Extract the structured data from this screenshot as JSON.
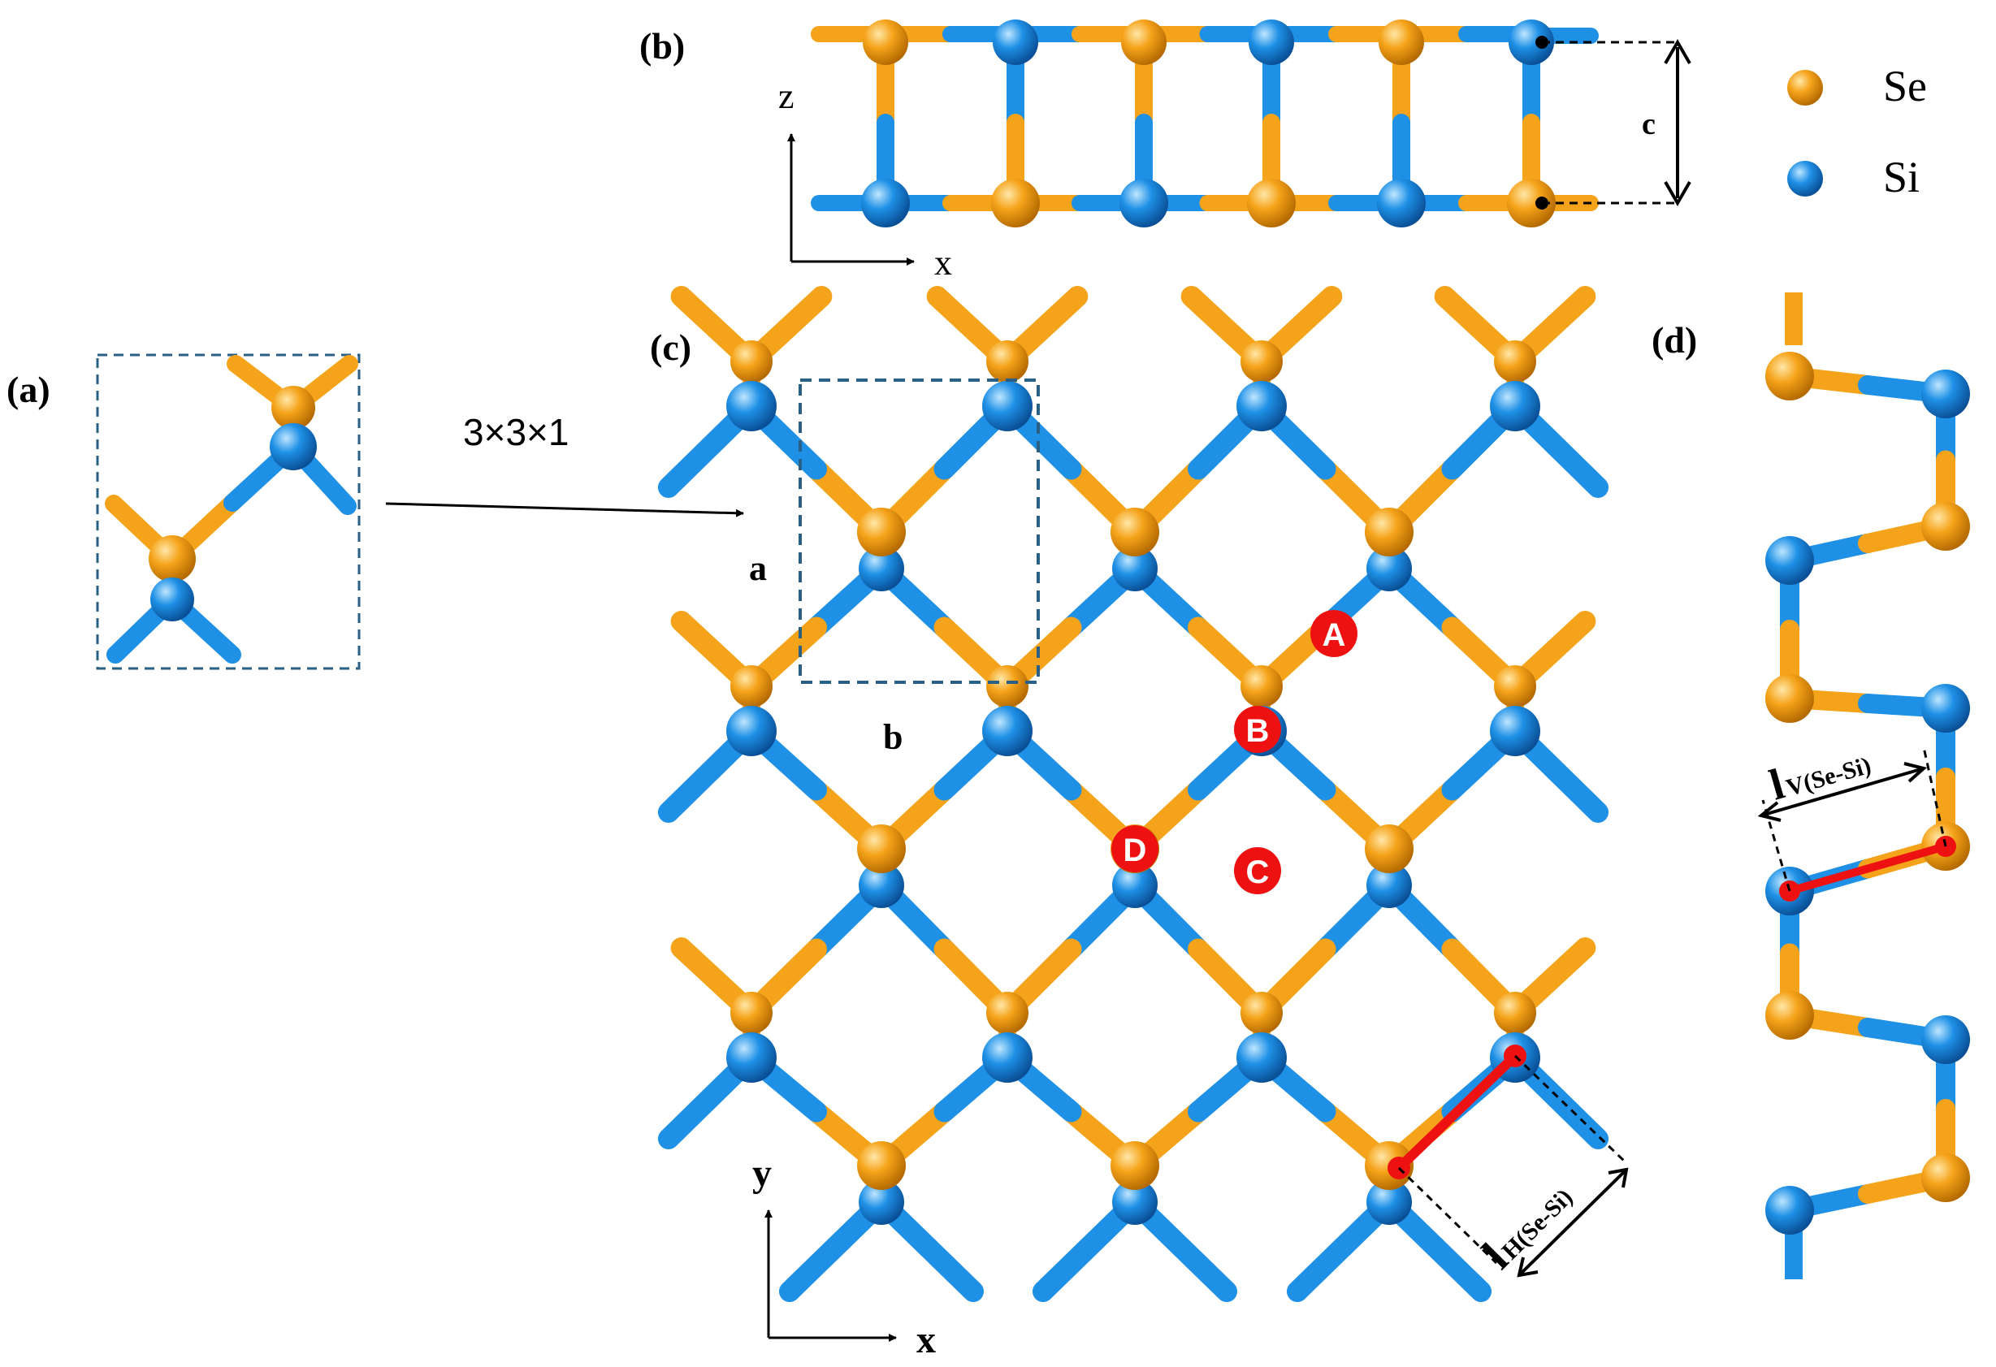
{
  "panels": {
    "a": "(a)",
    "b": "(b)",
    "c": "(c)",
    "d": "(d)"
  },
  "supercell": "3×3×1",
  "lattice": {
    "a": "a",
    "b": "b",
    "c": "c"
  },
  "axes": {
    "x": "x",
    "y": "y",
    "z": "z"
  },
  "legend": [
    {
      "label": "Se",
      "color": "#f5a31a"
    },
    {
      "label": "Si",
      "color": "#1e90e6"
    }
  ],
  "sites": [
    "A",
    "B",
    "C",
    "D"
  ],
  "bond_labels": {
    "horizontal_main": "l",
    "horizontal_sub": "H(Se-Si)",
    "vertical_main": "l",
    "vertical_sub": "V(Se-Si)"
  },
  "colors": {
    "Se": "#f5a31a",
    "Si": "#1e90e6",
    "highlight": "#ee1111",
    "cell": "#2a5f86"
  }
}
